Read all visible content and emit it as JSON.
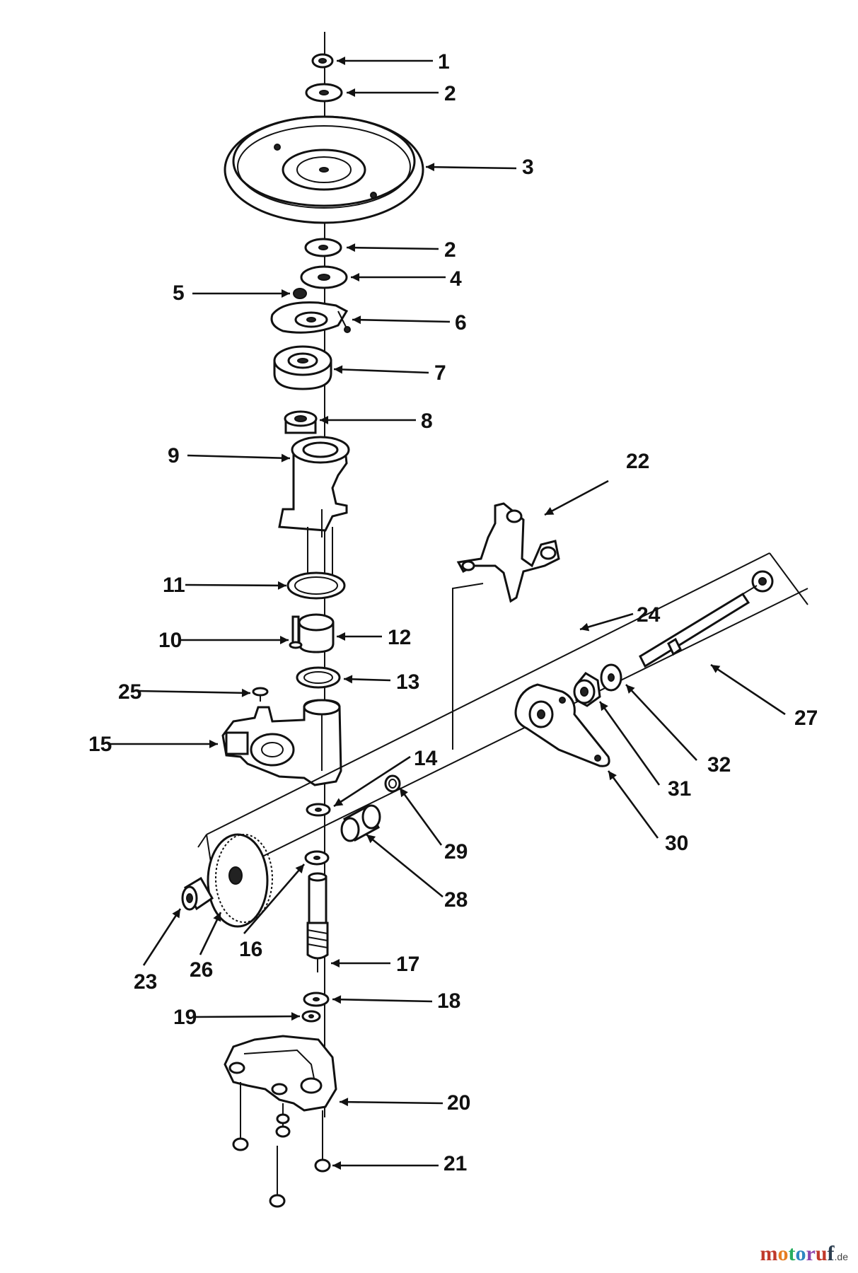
{
  "callouts": [
    {
      "id": "1",
      "text": "1"
    },
    {
      "id": "2a",
      "text": "2"
    },
    {
      "id": "3",
      "text": "3"
    },
    {
      "id": "2b",
      "text": "2"
    },
    {
      "id": "4",
      "text": "4"
    },
    {
      "id": "5",
      "text": "5"
    },
    {
      "id": "6",
      "text": "6"
    },
    {
      "id": "7",
      "text": "7"
    },
    {
      "id": "8",
      "text": "8"
    },
    {
      "id": "9",
      "text": "9"
    },
    {
      "id": "22",
      "text": "22"
    },
    {
      "id": "11",
      "text": "11"
    },
    {
      "id": "24",
      "text": "24"
    },
    {
      "id": "10",
      "text": "10"
    },
    {
      "id": "12",
      "text": "12"
    },
    {
      "id": "25",
      "text": "25"
    },
    {
      "id": "13",
      "text": "13"
    },
    {
      "id": "27",
      "text": "27"
    },
    {
      "id": "15",
      "text": "15"
    },
    {
      "id": "32",
      "text": "32"
    },
    {
      "id": "14",
      "text": "14"
    },
    {
      "id": "31",
      "text": "31"
    },
    {
      "id": "29",
      "text": "29"
    },
    {
      "id": "30",
      "text": "30"
    },
    {
      "id": "28",
      "text": "28"
    },
    {
      "id": "16a",
      "text": "16"
    },
    {
      "id": "23",
      "text": "23"
    },
    {
      "id": "26",
      "text": "26"
    },
    {
      "id": "17",
      "text": "17"
    },
    {
      "id": "18",
      "text": "18"
    },
    {
      "id": "19",
      "text": "19"
    },
    {
      "id": "20",
      "text": "20"
    },
    {
      "id": "21",
      "text": "21"
    }
  ],
  "watermark": {
    "brand_m": "m",
    "brand_o1": "o",
    "brand_t": "t",
    "brand_o2": "o",
    "brand_r": "r",
    "brand_u": "u",
    "brand_f": "f",
    "suffix": ".de"
  },
  "colors": {
    "m": "#c0392b",
    "o1": "#e67e22",
    "t": "#27ae60",
    "o2": "#2e86c1",
    "r": "#8e44ad",
    "u": "#c0392b",
    "f": "#2c3e50"
  }
}
